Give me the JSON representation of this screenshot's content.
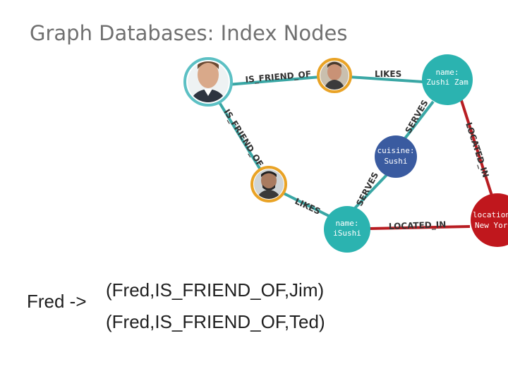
{
  "slide": {
    "title": "Graph Databases: Index Nodes"
  },
  "colors": {
    "teal": "#2bb3b0",
    "navy": "#3a5ba0",
    "red": "#c0171d",
    "edge_teal": "#3aa7a5",
    "edge_red": "#b81d22",
    "orange_ring": "#f0a020"
  },
  "graph": {
    "nodes": [
      {
        "id": "fred",
        "kind": "person",
        "icon": "person-photo-icon"
      },
      {
        "id": "jim",
        "kind": "person",
        "icon": "person-photo-icon"
      },
      {
        "id": "ted",
        "kind": "person",
        "icon": "person-photo-icon"
      },
      {
        "id": "zushi",
        "kind": "restaurant",
        "lines": [
          "name:",
          "Zushi Zam"
        ]
      },
      {
        "id": "cuisine",
        "kind": "cuisine",
        "lines": [
          "cuisine:",
          "Sushi"
        ]
      },
      {
        "id": "isushi",
        "kind": "restaurant",
        "lines": [
          "name:",
          "iSushi"
        ]
      },
      {
        "id": "location",
        "kind": "location",
        "lines": [
          "location",
          "New York"
        ]
      }
    ],
    "edge_labels": {
      "fred_jim": "IS_FRIEND_OF",
      "jim_zushi": "LIKES",
      "fred_ted": "IS_FRIEND_OF",
      "ted_isushi": "LIKES",
      "zushi_cuisine": "SERVES",
      "isushi_cuisine": "SERVES",
      "zushi_location": "LOCATED_IN",
      "isushi_location": "LOCATED_IN"
    }
  },
  "index": {
    "key": "Fred ->",
    "entries": [
      "(Fred,IS_FRIEND_OF,Jim)",
      "(Fred,IS_FRIEND_OF,Ted)"
    ]
  }
}
